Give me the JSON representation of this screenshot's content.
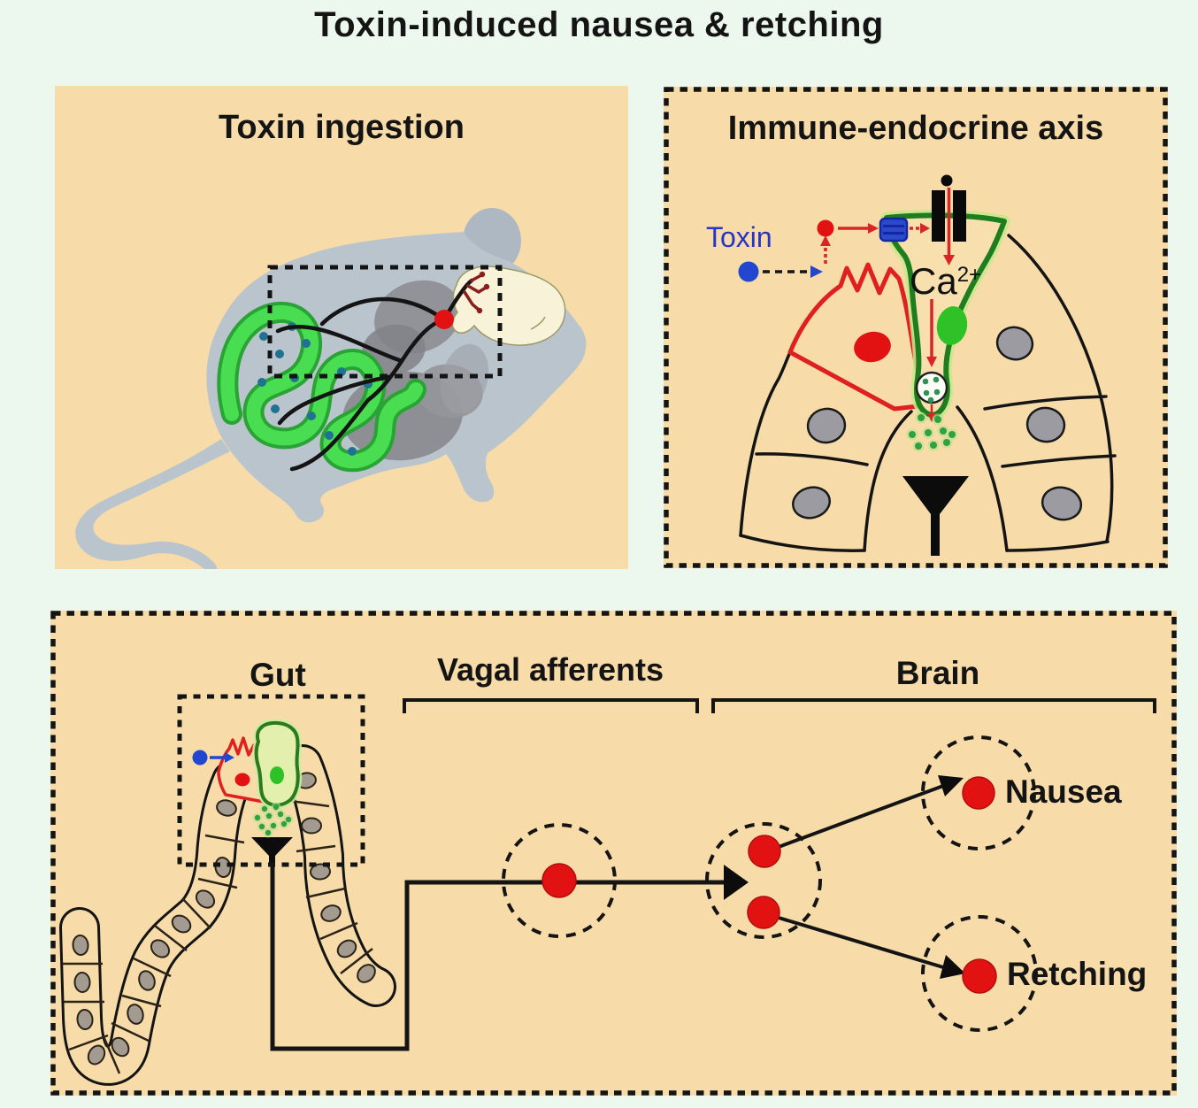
{
  "title": "Toxin-induced nausea & retching",
  "panels": {
    "toxin_ingestion": {
      "title": "Toxin ingestion"
    },
    "immune_endocrine": {
      "title": "Immune-endocrine axis",
      "toxin_label": "Toxin",
      "ca_label": "Ca",
      "ca_superscript": "2+"
    },
    "pathway": {
      "gut_label": "Gut",
      "vagal_label": "Vagal afferents",
      "brain_label": "Brain",
      "nausea_label": "Nausea",
      "retching_label": "Retching"
    }
  },
  "colors": {
    "page_background": "#ecf7ee",
    "panel_background": "#f7dca9",
    "outline_black": "#141414",
    "neuron_red": "#e31212",
    "toxin_blue": "#2346cf",
    "toxin_text_blue": "#2735c4",
    "cell_green_outline": "#1e7d1e",
    "nucleus_green": "#2ec227",
    "secreted_dot_green": "#2fa043",
    "intestine_green": "#49de52",
    "mouse_gray": "#bac4cd",
    "organ_gray": "#8d8e93",
    "epithelial_nucleus_gray": "#9b9ba1",
    "head_cream": "#f8f3d8"
  }
}
